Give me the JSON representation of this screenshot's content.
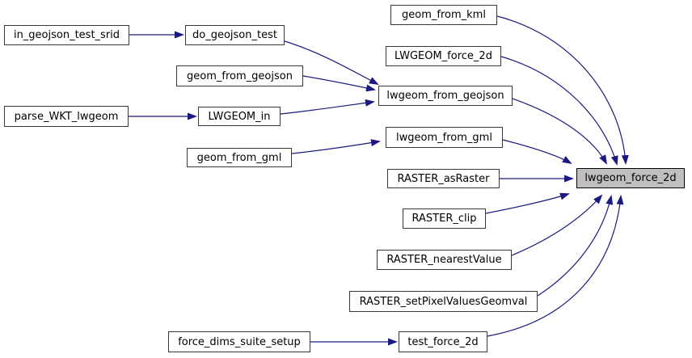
{
  "graph": {
    "type": "call-graph",
    "target_function": "lwgeom_force_2d",
    "colors": {
      "edge": "#1a1a80",
      "node_border": "#383838",
      "node_fill": "#ffffff",
      "target_node_fill": "#bfbfbf",
      "text": "#000000",
      "background": "#ffffff"
    },
    "nodes": [
      {
        "id": "in_geojson_test_srid",
        "label": "in_geojson_test_srid"
      },
      {
        "id": "do_geojson_test",
        "label": "do_geojson_test"
      },
      {
        "id": "geom_from_kml",
        "label": "geom_from_kml"
      },
      {
        "id": "LWGEOM_force_2d",
        "label": "LWGEOM_force_2d"
      },
      {
        "id": "geom_from_geojson",
        "label": "geom_from_geojson"
      },
      {
        "id": "lwgeom_from_geojson",
        "label": "lwgeom_from_geojson"
      },
      {
        "id": "parse_WKT_lwgeom",
        "label": "parse_WKT_lwgeom"
      },
      {
        "id": "LWGEOM_in",
        "label": "LWGEOM_in"
      },
      {
        "id": "lwgeom_from_gml",
        "label": "lwgeom_from_gml"
      },
      {
        "id": "geom_from_gml",
        "label": "geom_from_gml"
      },
      {
        "id": "RASTER_asRaster",
        "label": "RASTER_asRaster"
      },
      {
        "id": "lwgeom_force_2d",
        "label": "lwgeom_force_2d",
        "is_target": true
      },
      {
        "id": "RASTER_clip",
        "label": "RASTER_clip"
      },
      {
        "id": "RASTER_nearestValue",
        "label": "RASTER_nearestValue"
      },
      {
        "id": "RASTER_setPixelValuesGeomval",
        "label": "RASTER_setPixelValuesGeomval"
      },
      {
        "id": "force_dims_suite_setup",
        "label": "force_dims_suite_setup"
      },
      {
        "id": "test_force_2d",
        "label": "test_force_2d"
      }
    ],
    "edges": [
      {
        "from": "in_geojson_test_srid",
        "to": "do_geojson_test"
      },
      {
        "from": "parse_WKT_lwgeom",
        "to": "LWGEOM_in"
      },
      {
        "from": "force_dims_suite_setup",
        "to": "test_force_2d"
      },
      {
        "from": "do_geojson_test",
        "to": "lwgeom_from_geojson"
      },
      {
        "from": "geom_from_geojson",
        "to": "lwgeom_from_geojson"
      },
      {
        "from": "LWGEOM_in",
        "to": "lwgeom_from_geojson"
      },
      {
        "from": "geom_from_gml",
        "to": "lwgeom_from_gml"
      },
      {
        "from": "geom_from_kml",
        "to": "lwgeom_force_2d"
      },
      {
        "from": "LWGEOM_force_2d",
        "to": "lwgeom_force_2d"
      },
      {
        "from": "lwgeom_from_geojson",
        "to": "lwgeom_force_2d"
      },
      {
        "from": "lwgeom_from_gml",
        "to": "lwgeom_force_2d"
      },
      {
        "from": "RASTER_asRaster",
        "to": "lwgeom_force_2d"
      },
      {
        "from": "RASTER_clip",
        "to": "lwgeom_force_2d"
      },
      {
        "from": "RASTER_nearestValue",
        "to": "lwgeom_force_2d"
      },
      {
        "from": "RASTER_setPixelValuesGeomval",
        "to": "lwgeom_force_2d"
      },
      {
        "from": "test_force_2d",
        "to": "lwgeom_force_2d"
      }
    ]
  }
}
